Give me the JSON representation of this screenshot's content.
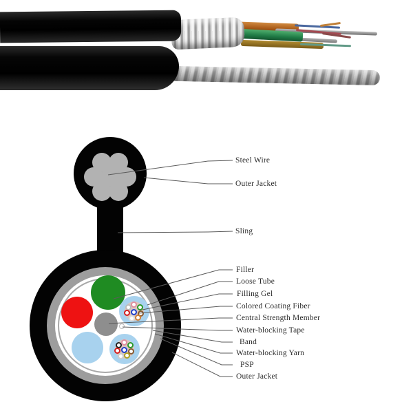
{
  "callouts": [
    {
      "text": "Steel Wire"
    },
    {
      "text": "Outer Jacket"
    },
    {
      "text": "Sling"
    },
    {
      "text": "Filler"
    },
    {
      "text": "Loose Tube"
    },
    {
      "text": "Filling Gel"
    },
    {
      "text": "Colored Coating Fiber"
    },
    {
      "text": "Central Strength Member"
    },
    {
      "text": "Water-blocking Tape"
    },
    {
      "text": "Band"
    },
    {
      "text": "Water-blocking Yarn"
    },
    {
      "text": "PSP"
    },
    {
      "text": "Outer Jacket"
    }
  ],
  "colors": {
    "outer_jacket": "#030303",
    "psp_armor": "#9d9d9d",
    "band": "#a8a8a8",
    "steel_wire": "#b2b2b2",
    "filler_green": "#1f8b22",
    "filler_red": "#ee1212",
    "central_strength_member": "#8e8e8e",
    "loose_tube": "#a8d2ee",
    "filling_gel": "#d9c6be",
    "fiber_rings_right_tube": [
      "#bbbbbb",
      "#e08fa0",
      "#2a9a2a",
      "#d42020",
      "#2040cc",
      "#8a5a30",
      "#dddddd",
      "#d08038"
    ],
    "fiber_rings_bottom_tube": [
      "#222222",
      "#e08fa0",
      "#2a9a2a",
      "#d42020",
      "#2040cc",
      "#8a5a30",
      "#cccccc",
      "#b0a020"
    ],
    "leader_line": "#5a5a5a"
  }
}
